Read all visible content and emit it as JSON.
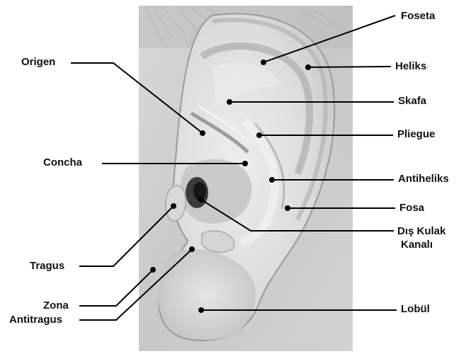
{
  "labels": {
    "foseta": "Foseta",
    "heliks": "Heliks",
    "skafa": "Skafa",
    "pliegue": "Pliegue",
    "antiheliks": "Antiheliks",
    "fosa": "Fosa",
    "dis_kulak_kanali_line1": "Dış Kulak",
    "dis_kulak_kanali_line2": "Kanalı",
    "lobul": "Lobül",
    "origen": "Origen",
    "concha": "Concha",
    "tragus": "Tragus",
    "zona": "Zona",
    "antitragus": "Antitragus"
  },
  "colors": {
    "leader_line": "#000000",
    "label_text": "#111111",
    "photo_background": "#cfcfcf"
  }
}
